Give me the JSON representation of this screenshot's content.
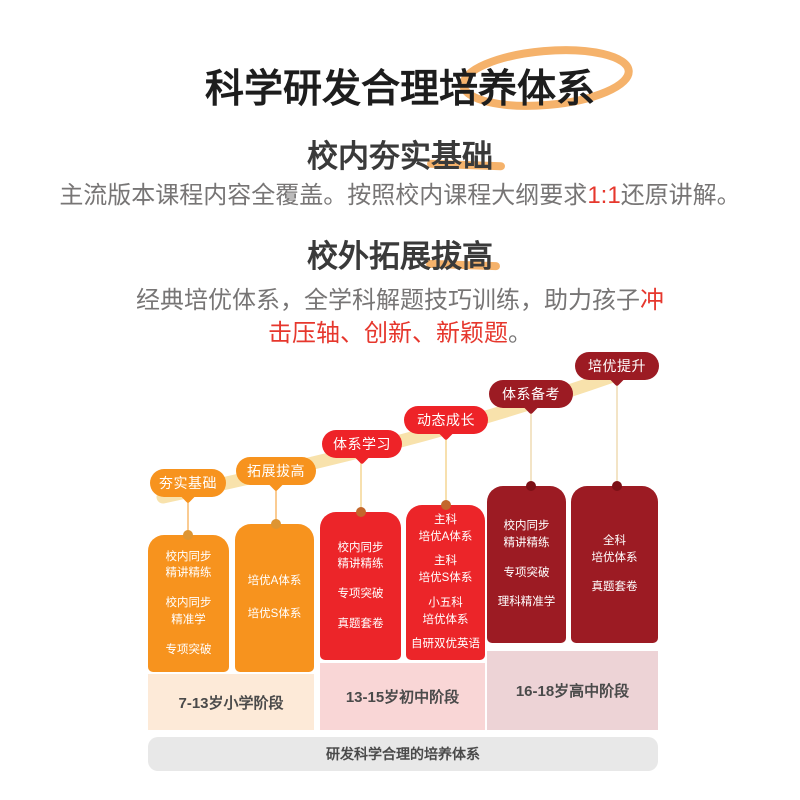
{
  "title": "科学研发合理培养体系",
  "section_inside": {
    "heading": "校内夯实基础",
    "desc_part1": "主流版本课程内容全覆盖。按照校内课程大纲要求",
    "desc_highlight": "1:1",
    "desc_part2": "还原讲解。"
  },
  "section_outside": {
    "heading": "校外拓展拔高",
    "desc_part1": "经典培优体系，全学科解题技巧训练，助力孩子",
    "desc_highlight_line1": "冲",
    "desc_highlight_line2": "击压轴、创新、新颖题",
    "desc_part2": "。"
  },
  "diagram": {
    "bubbles": [
      {
        "label": "夯实基础",
        "level": "orange"
      },
      {
        "label": "拓展拔高",
        "level": "orange"
      },
      {
        "label": "体系学习",
        "level": "red"
      },
      {
        "label": "动态成长",
        "level": "red"
      },
      {
        "label": "体系备考",
        "level": "maroon"
      },
      {
        "label": "培优提升",
        "level": "maroon"
      }
    ],
    "columns": [
      {
        "level": "orange",
        "items": [
          [
            "校内同步",
            "精讲精练"
          ],
          [
            "校内同步",
            "精准学"
          ],
          [
            "专项突破"
          ]
        ]
      },
      {
        "level": "orange",
        "items": [
          [
            "培优A体系"
          ],
          [
            "培优S体系"
          ]
        ]
      },
      {
        "level": "red",
        "items": [
          [
            "校内同步",
            "精讲精练"
          ],
          [
            "专项突破"
          ],
          [
            "真题套卷"
          ]
        ]
      },
      {
        "level": "red",
        "items": [
          [
            "主科",
            "培优A体系"
          ],
          [
            "主科",
            "培优S体系"
          ],
          [
            "小五科",
            "培优体系"
          ],
          [
            "自研双优英语"
          ]
        ]
      },
      {
        "level": "maroon",
        "items": [
          [
            "校内同步",
            "精讲精练"
          ],
          [
            "专项突破"
          ],
          [
            "理科精准学"
          ]
        ]
      },
      {
        "level": "maroon",
        "items": [
          [
            "全科",
            "培优体系"
          ],
          [
            "真题套卷"
          ]
        ]
      }
    ],
    "phases": [
      {
        "label": "7-13岁小学阶段"
      },
      {
        "label": "13-15岁初中阶段"
      },
      {
        "label": "16-18岁高中阶段"
      }
    ],
    "footer": "研发科学合理的培养体系"
  },
  "colors": {
    "orange": "#F7931E",
    "red": "#EC2529",
    "maroon": "#9C1B23",
    "accent_text_red": "#E6372D",
    "highlight_orange": "#F5B26B",
    "ribbon": "#F8E2AC"
  }
}
